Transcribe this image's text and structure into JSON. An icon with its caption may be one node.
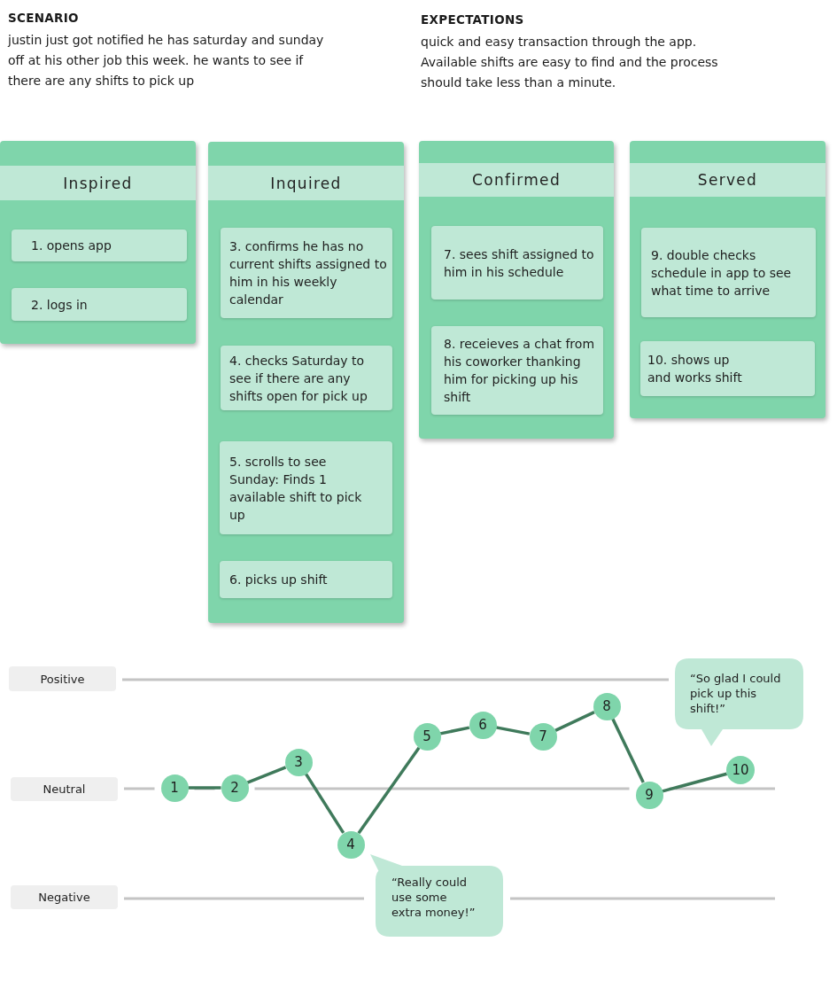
{
  "diagram": {
    "nodes": [
      {
        "text": [],
        "shape": "box"
      },
      {
        "text": [
          "Inspired"
        ],
        "in": 0
      },
      {
        "text": [
          "1. opens app"
        ],
        "in": 0
      },
      {
        "text": [
          "2. logs in"
        ],
        "in": 0
      },
      {
        "text": [],
        "shape": "box"
      },
      {
        "text": [
          "Inquired"
        ],
        "in": 4
      },
      {
        "text": [
          "3. confirms he has no current shifts assigned to him in his weekly calendar"
        ],
        "in": 4
      },
      {
        "text": [
          "4. checks Saturday to see if there are any shifts open for pick up"
        ],
        "in": 4
      },
      {
        "text": [
          "5. scrolls to see Sunday: Finds 1 available shift to pick up"
        ],
        "in": 4
      },
      {
        "text": [
          "6. picks up shift"
        ],
        "in": 4
      },
      {
        "text": [],
        "shape": "box"
      },
      {
        "text": [
          "Confirmed"
        ],
        "in": 10
      },
      {
        "text": [
          "7. sees shift assigned to him in his schedule"
        ],
        "in": 10
      },
      {
        "text": [
          "8. receieves a chat from his coworker thanking him for picking up his shift"
        ],
        "in": 10
      },
      {
        "text": [],
        "shape": "box"
      },
      {
        "text": [
          "Served"
        ],
        "in": 14
      },
      {
        "text": [
          "9. double checks schedule in app to see what time to arrive"
        ],
        "in": 14
      },
      {
        "text": [
          "10. shows up and works shift"
        ],
        "in": 14
      },
      {
        "text": [
          "Positive"
        ]
      },
      {
        "text": [
          "Neutral"
        ]
      },
      {
        "text": [
          "Negative"
        ]
      },
      {
        "text": [
          "1"
        ]
      },
      {
        "text": [
          "2"
        ]
      },
      {
        "text": [
          "3"
        ]
      },
      {
        "text": [
          "4"
        ]
      },
      {
        "text": [
          "5"
        ]
      },
      {
        "text": [
          "6"
        ]
      },
      {
        "text": [
          "7"
        ]
      },
      {
        "text": [
          "8"
        ]
      },
      {
        "text": [
          "9"
        ]
      },
      {
        "text": [
          "10"
        ]
      },
      {
        "text": [
          "“So glad I could pick up this shift!”"
        ]
      },
      {
        "text": [
          "“Really could use some extra money!”"
        ]
      }
    ],
    "edges": [
      {
        "from": 21,
        "to": 22,
        "arrow": "none"
      },
      {
        "from": 22,
        "to": 23,
        "arrow": "none"
      },
      {
        "from": 23,
        "to": 24,
        "arrow": "none"
      },
      {
        "from": 24,
        "to": 25,
        "arrow": "none"
      },
      {
        "from": 25,
        "to": 26,
        "arrow": "none"
      },
      {
        "from": 26,
        "to": 27,
        "arrow": "none"
      },
      {
        "from": 27,
        "to": 28,
        "arrow": "none"
      },
      {
        "from": 28,
        "to": 29,
        "arrow": "none"
      },
      {
        "from": 29,
        "to": 30,
        "arrow": "none"
      }
    ],
    "labels": [
      "SCENARIO",
      "justin just got notified he has saturday and sunday off at his other job this week. he wants to see if there are any shifts to pick up",
      "EXPECTATIONS",
      "quick and easy transaction through the app. Available shifts are easy to find and the process should take less than a minute."
    ]
  }
}
